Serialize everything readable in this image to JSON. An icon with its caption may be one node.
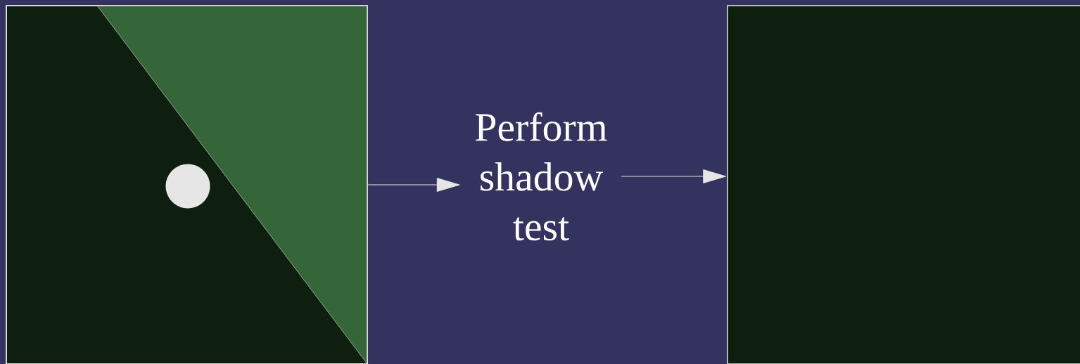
{
  "diagram": {
    "nodes": [
      {
        "text": [],
        "shape": "picture"
      },
      {
        "text": [
          "Perform shadow test"
        ]
      },
      {
        "text": [],
        "shape": "box"
      }
    ],
    "edges": [
      {
        "from": 0,
        "to": 1,
        "arrow": "to"
      },
      {
        "from": 1,
        "to": 2,
        "arrow": "to"
      }
    ]
  }
}
